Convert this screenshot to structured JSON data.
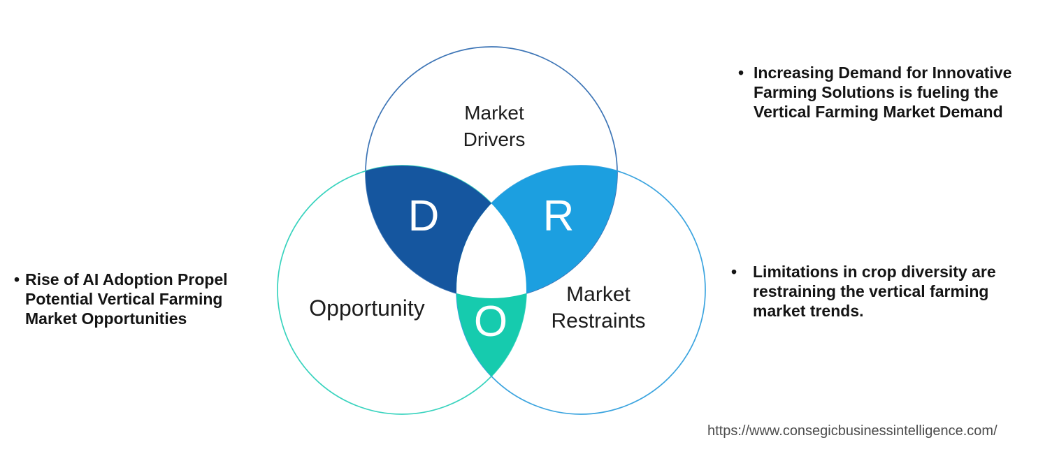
{
  "colors": {
    "background": "#ffffff",
    "drivers_circle_stroke": "#3D75B6",
    "opportunity_circle_stroke": "#38D3BE",
    "restraints_circle_stroke": "#3BA4DF",
    "drivers_opportunity_fill": "#15569F",
    "drivers_restraints_fill": "#1C9FE0",
    "opportunity_restraints_fill": "#16CBAE",
    "triple_overlap_fill": "#FFFFFF",
    "letter_color": "#FFFFFF",
    "label_color": "#1c1c1c",
    "bullet_text_color": "#141414",
    "url_color": "#4d4d4d"
  },
  "diagram": {
    "letters": {
      "d": "D",
      "r": "R",
      "o": "O"
    },
    "labels": {
      "drivers": {
        "lines": [
          "Market",
          "Drivers"
        ]
      },
      "opportunity": {
        "lines": [
          "Opportunity"
        ]
      },
      "restraints": {
        "lines": [
          "Market",
          "Restraints"
        ]
      }
    }
  },
  "bullets": {
    "marker": "•",
    "left": {
      "lines": [
        "Rise of AI Adoption Propel",
        "Potential Vertical Farming",
        "Market Opportunities"
      ]
    },
    "right_top": {
      "lines": [
        "Increasing Demand for Innovative",
        "Farming Solutions is fueling the",
        "Vertical Farming Market Demand"
      ]
    },
    "right_bottom": {
      "lines": [
        "Limitations in crop diversity are",
        "restraining the vertical farming",
        "market trends."
      ]
    }
  },
  "footer": {
    "url": "https://www.consegicbusinessintelligence.com/"
  }
}
